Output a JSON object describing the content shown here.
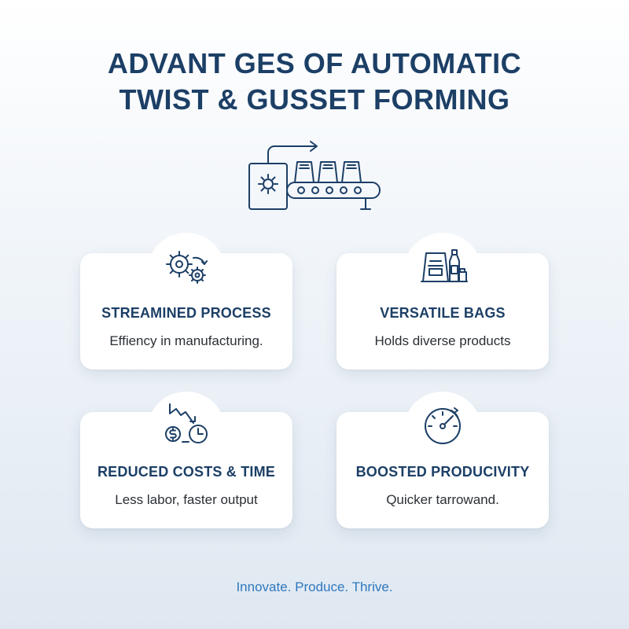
{
  "title": {
    "line1": "ADVANT GES OF AUTOMATIC",
    "line2": "TWIST & GUSSET FORMING"
  },
  "hero": {
    "icon": "conveyor-machine-icon"
  },
  "cards": [
    {
      "icon": "gears-icon",
      "heading": "STREAMINED PROCESS",
      "description": "Effiency in manufacturing."
    },
    {
      "icon": "bags-bottles-icon",
      "heading": "VERSATILE BAGS",
      "description": "Holds diverse products"
    },
    {
      "icon": "cost-clock-icon",
      "heading": "REDUCED COSTS & TIME",
      "description": "Less labor, faster output"
    },
    {
      "icon": "speedometer-icon",
      "heading": "BOOSTED PRODUCIVITY",
      "description": "Quicker tarrowand."
    }
  ],
  "footer": {
    "tagline": "Innovate. Produce. Thrive."
  },
  "colors": {
    "primary": "#1c3f66",
    "accent": "#2f78bf",
    "text": "#2a2f36"
  }
}
